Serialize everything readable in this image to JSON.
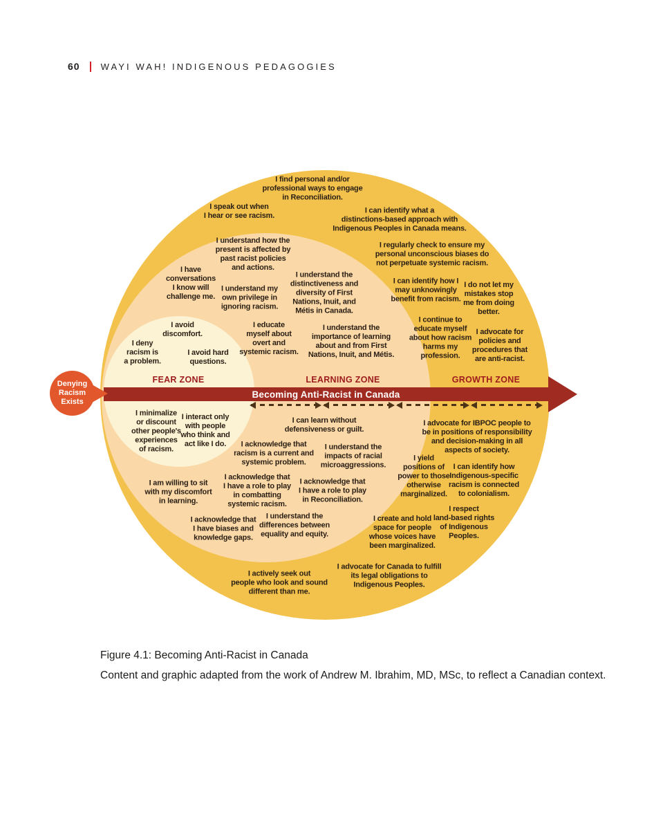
{
  "header": {
    "page_number": "60",
    "book_title": "WAYI WAH! INDIGENOUS PEDAGOGIES"
  },
  "diagram": {
    "badge_label": "Denying\nRacism\nExists",
    "axis_label": "Becoming Anti-Racist in Canada",
    "zones": [
      {
        "id": "fear",
        "label": "FEAR ZONE",
        "statements": [
          "I avoid\ndiscomfort.",
          "I deny\nracism is\na problem.",
          "I avoid hard\nquestions.",
          "I minimalize\nor discount\nother people's\nexperiences\nof racism.",
          "I interact only\nwith people\nwho think and\nact like I do."
        ]
      },
      {
        "id": "learning",
        "label": "LEARNING ZONE",
        "statements": [
          "I understand how the\npresent is affected by\npast racist policies\nand actions.",
          "I have\nconversations\nI know will\nchallenge me.",
          "I understand my\nown privilege in\nignoring racism.",
          "I understand the\ndistinctiveness and\ndiversity of First\nNations, Inuit, and\nMétis in Canada.",
          "I educate\nmyself about\novert and\nsystemic racism.",
          "I understand the\nimportance of learning\nabout and from First\nNations, Inuit, and Métis.",
          "I can learn without\ndefensiveness or guilt.",
          "I acknowledge that\nracism is a current and\nsystemic problem.",
          "I understand the\nimpacts of racial\nmicroaggressions.",
          "I am willing to sit\nwith my discomfort\nin learning.",
          "I acknowledge that\nI have a role to play\nin combatting\nsystemic racism.",
          "I acknowledge that\nI have a role to play\nin Reconciliation.",
          "I acknowledge that\nI have biases and\nknowledge gaps.",
          "I understand the\ndifferences between\nequality and equity."
        ]
      },
      {
        "id": "growth",
        "label": "GROWTH ZONE",
        "statements": [
          "I find personal and/or\nprofessional ways to engage\nin Reconciliation.",
          "I speak out when\nI hear or see racism.",
          "I can identify what a\ndistinctions-based approach with\nIndigenous Peoples in Canada means.",
          "I regularly check to ensure my\npersonal unconscious biases do\nnot perpetuate systemic racism.",
          "I can identify how I\nmay unknowingly\nbenefit from racism.",
          "I do not let my\nmistakes stop\nme from doing\nbetter.",
          "I continue to\neducate myself\nabout how racism\nharms my\nprofession.",
          "I advocate for\npolicies and\nprocedures that\nare anti-racist.",
          "I advocate for IBPOC people to\nbe in positions of responsibility\nand decision-making in all\naspects of society.",
          "I yield\npositions of\npower to those\notherwise\nmarginalized.",
          "I can identify how\nIndigenous-specific\nracism is connected\nto colonialism.",
          "I respect\nland-based rights\nof Indigenous\nPeoples.",
          "I create and hold\nspace for people\nwhose voices have\nbeen marginalized.",
          "I actively seek out\npeople who look and sound\ndifferent than me.",
          "I advocate for Canada to fulfill\nits legal obligations to\nIndigenous Peoples."
        ]
      }
    ],
    "colors": {
      "growth_zone": "#f3c24c",
      "learning_zone": "#fad8a7",
      "fear_zone": "#fbf3d3",
      "axis_red": "#a02b20",
      "zone_label_red": "#9e1b1e",
      "badge_orange": "#e2572b",
      "dashed_arrow_brown": "#4c3317",
      "header_bar_red": "#d2232a"
    }
  },
  "caption": {
    "title": "Figure 4.1: Becoming Anti-Racist in Canada",
    "credit": "Content and graphic adapted from the work of Andrew M. Ibrahim, MD, MSc, to reflect a Canadian context."
  }
}
